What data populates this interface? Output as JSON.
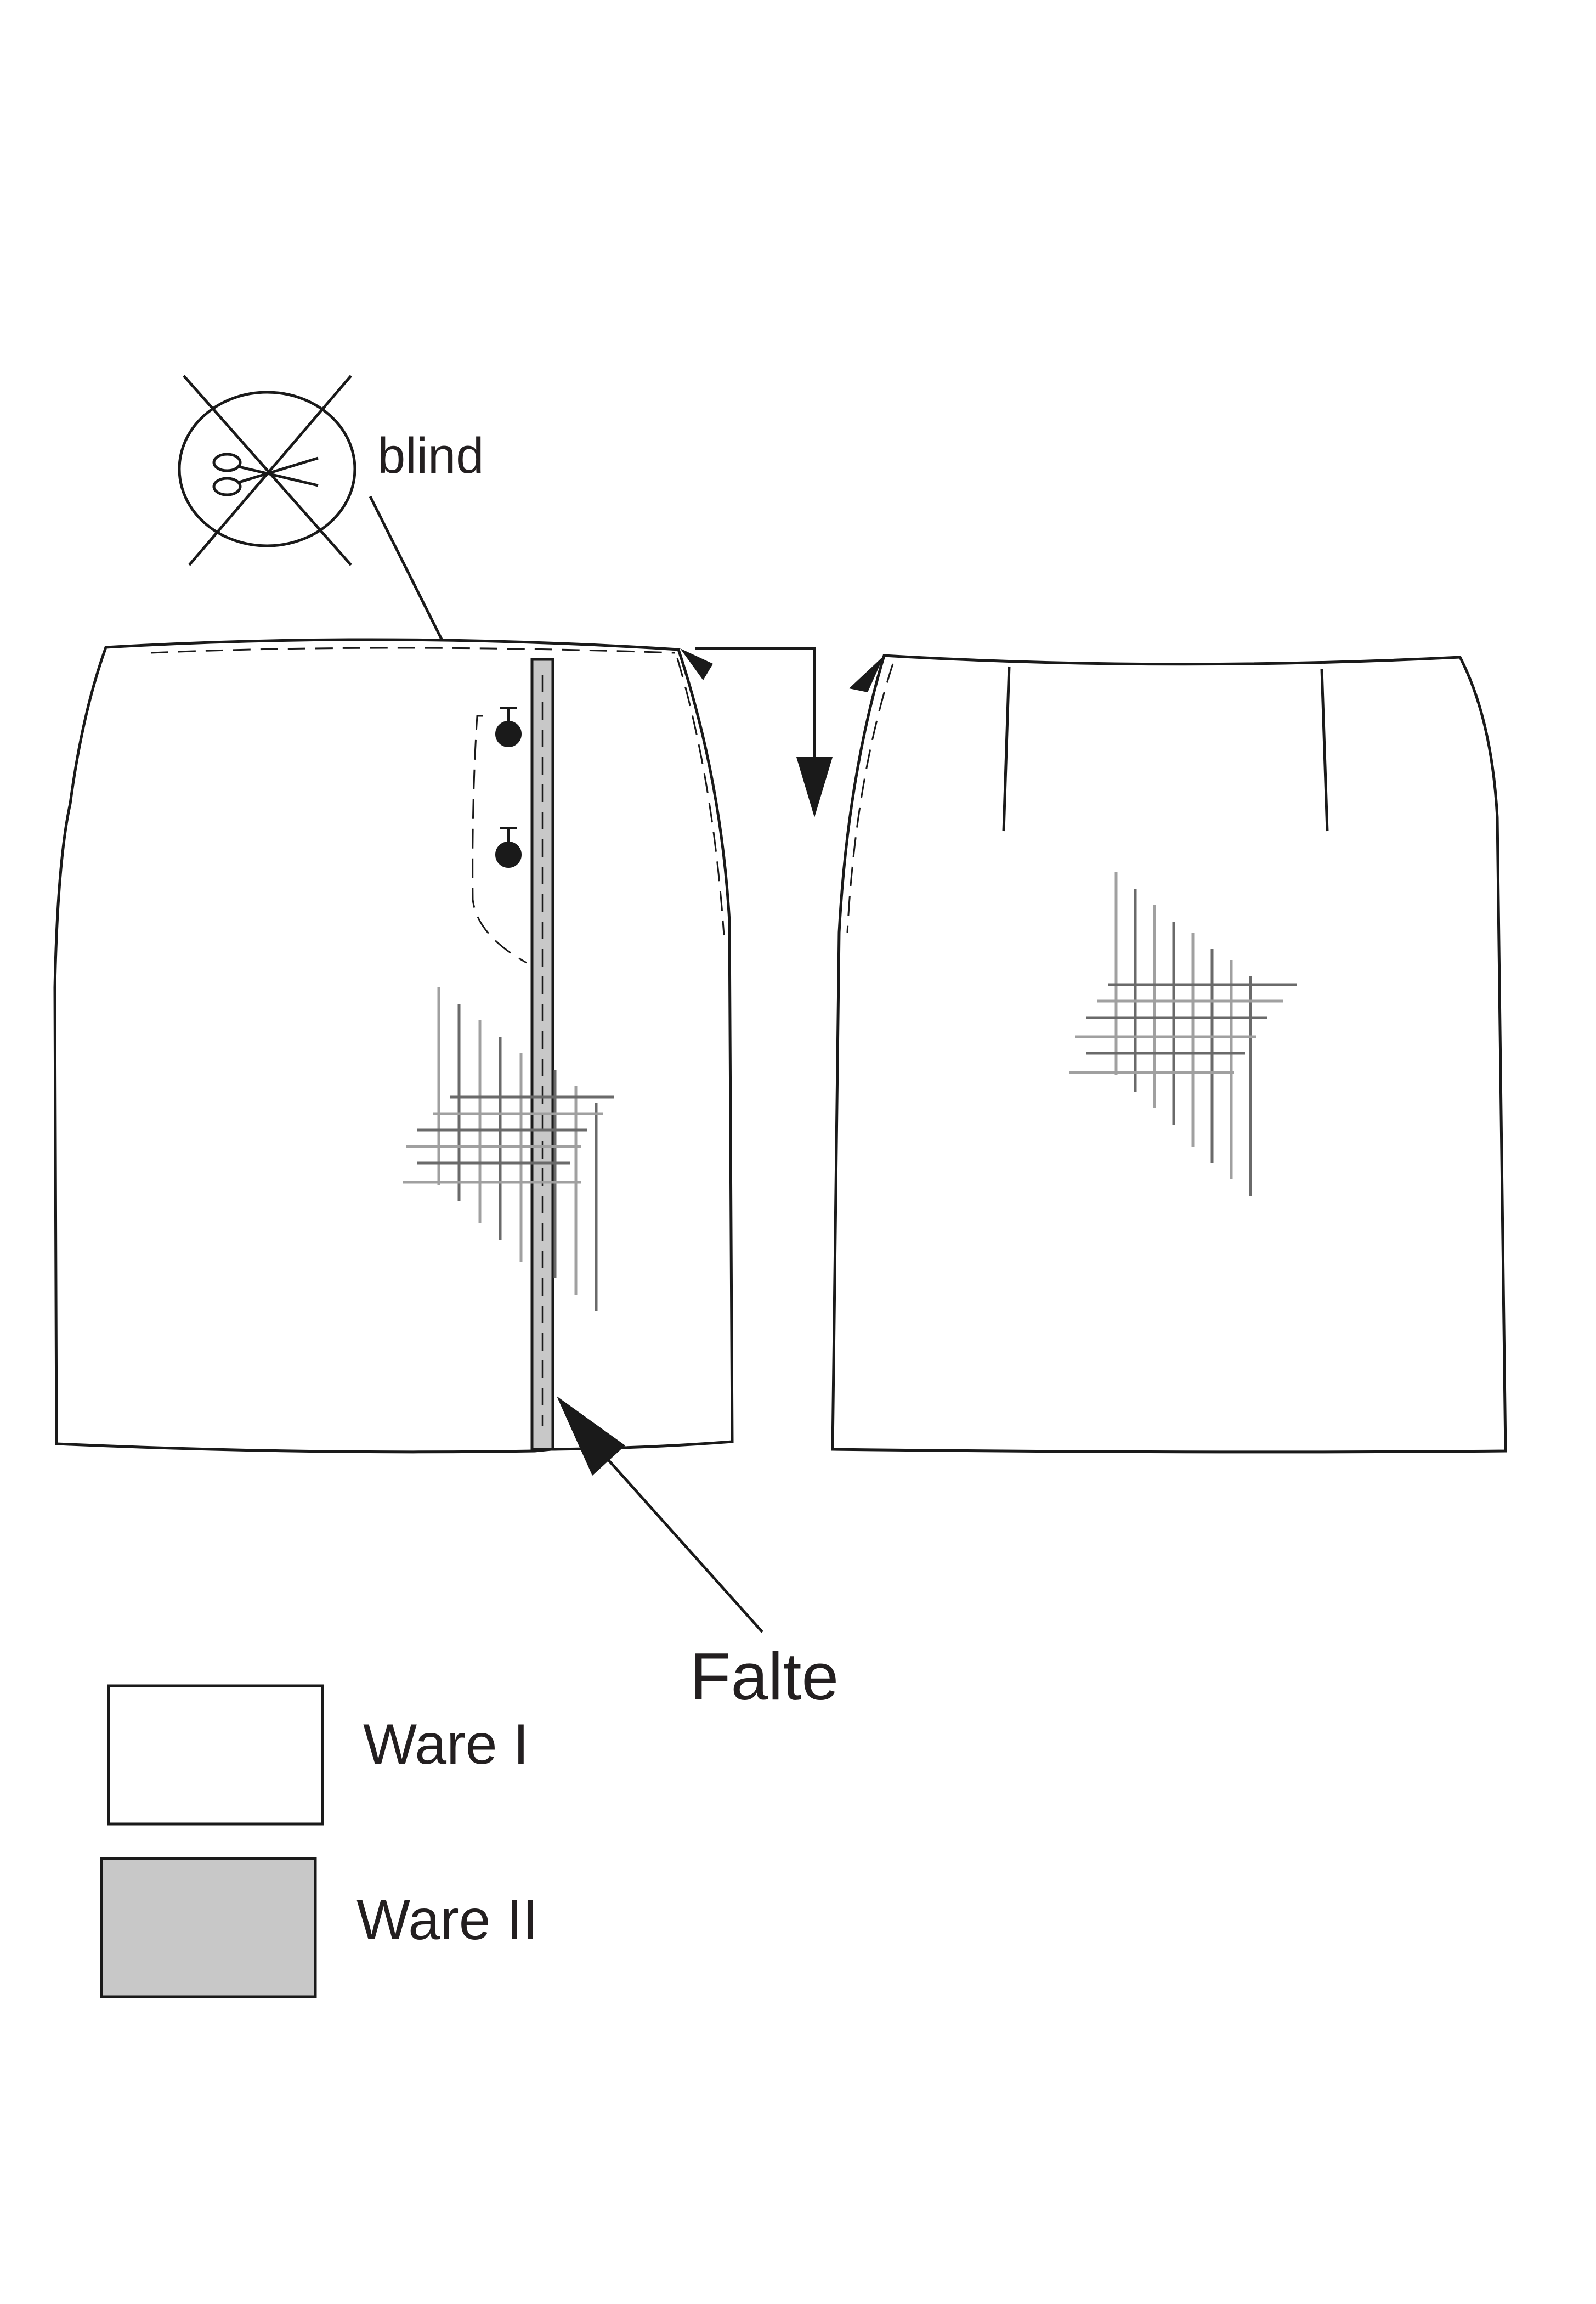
{
  "labels": {
    "blind": "blind",
    "falte": "Falte"
  },
  "legend": {
    "items": [
      {
        "label": "Ware I",
        "color": "#ffffff"
      },
      {
        "label": "Ware II",
        "color": "#c8c8c8"
      }
    ]
  },
  "colors": {
    "line": "#1a1a1a",
    "fabric_ii": "#c8c8c8",
    "weave_light": "#a0a0a0",
    "weave_dark": "#6a6a6a"
  },
  "icons": {
    "no_cut_symbol": "scissors-crossed-out-icon"
  }
}
